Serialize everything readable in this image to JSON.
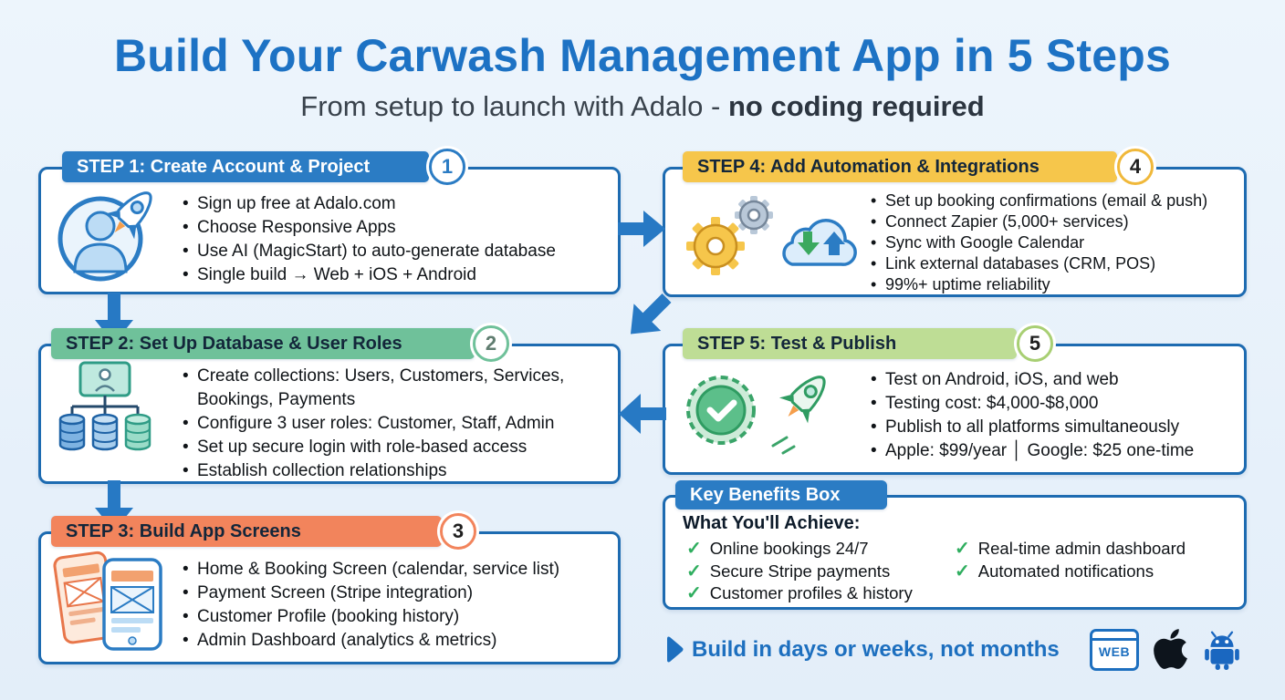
{
  "title": "Build Your Carwash Management App in 5 Steps",
  "subtitle": {
    "regular": "From setup to launch with Adalo - ",
    "bold": "no coding required"
  },
  "steps": [
    {
      "header": "STEP 1: Create Account & Project",
      "number": "1",
      "bullets": [
        "Sign up free at Adalo.com",
        "Choose Responsive Apps",
        "Use AI (MagicStart) to auto-generate database",
        "Single build → Web + iOS + Android"
      ]
    },
    {
      "header": "STEP 2: Set Up Database & User Roles",
      "number": "2",
      "bullets": [
        "Create collections: Users, Customers, Services, Bookings, Payments",
        "Configure 3 user roles: Customer, Staff, Admin",
        "Set up secure login with role-based access",
        "Establish collection relationships"
      ]
    },
    {
      "header": "STEP 3: Build App Screens",
      "number": "3",
      "bullets": [
        "Home & Booking Screen (calendar, service list)",
        "Payment Screen (Stripe integration)",
        "Customer Profile (booking history)",
        "Admin Dashboard (analytics & metrics)"
      ]
    },
    {
      "header": "STEP 4: Add Automation & Integrations",
      "number": "4",
      "bullets": [
        "Set up booking confirmations (email & push)",
        "Connect Zapier (5,000+ services)",
        "Sync with Google Calendar",
        "Link external databases (CRM, POS)",
        "99%+ uptime reliability"
      ]
    },
    {
      "header": "STEP 5: Test & Publish",
      "number": "5",
      "bullets": [
        "Test on Android, iOS, and web",
        "Testing cost: $4,000-$8,000",
        "Publish to all platforms simultaneously",
        "Apple: $99/year │ Google: $25 one-time"
      ]
    }
  ],
  "benefits": {
    "header": "Key Benefits Box",
    "heading": "What You'll Achieve:",
    "column1": [
      "Online bookings 24/7",
      "Secure Stripe payments",
      "Customer profiles & history"
    ],
    "column2": [
      "Real-time admin dashboard",
      "Automated notifications"
    ]
  },
  "footer": {
    "tagline": "Build in days or weeks, not months",
    "web_label": "WEB"
  },
  "icons": {
    "check": "✓"
  },
  "colors": {
    "background": "#e8f1fa",
    "title_blue": "#1d72c4",
    "box_border": "#1d6bb1",
    "arrow_blue": "#2779c4",
    "step1_blue": "#2b7cc4",
    "step2_green": "#6fc19a",
    "step3_orange": "#f2845c",
    "step4_amber": "#f6c64b",
    "step5_light_green": "#bedd95",
    "check_green": "#2fae5f"
  }
}
